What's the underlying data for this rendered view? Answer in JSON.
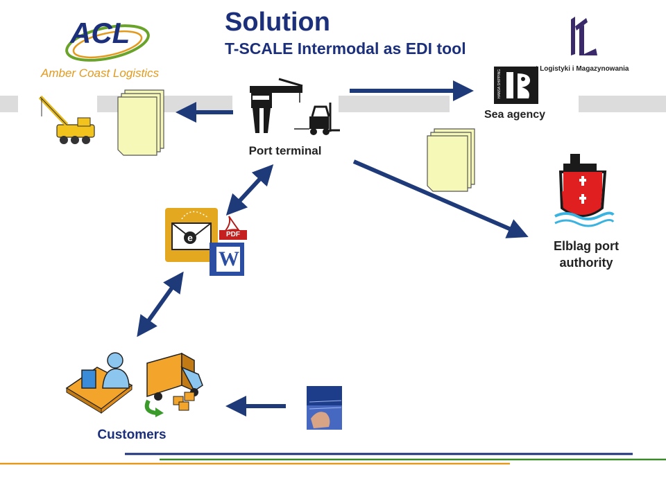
{
  "header": {
    "title": "Solution",
    "subtitle": "T-SCALE Intermodal as EDI tool"
  },
  "logos": {
    "acl_mark": "ACL",
    "acl_name": "Amber Coast Logistics",
    "institute_text": "t Logistyki i Magazynowania",
    "sea_agency_vertical": "HANSA SHIPPING"
  },
  "nodes": {
    "port_terminal": "Port terminal",
    "sea_agency": "Sea agency",
    "elblag_authority_line1": "Elblag port",
    "elblag_authority_line2": "authority",
    "customers": "Customers"
  },
  "edi_icons": {
    "email_letter": "e",
    "pdf_label": "PDF",
    "word_letter": "W"
  },
  "colors": {
    "title": "#1b2f7a",
    "arrow": "#1f3a78",
    "document": "#f6f8b8",
    "email_box": "#e3a81f",
    "acl_green": "#6aa32a",
    "acl_orange": "#e39a1c"
  }
}
